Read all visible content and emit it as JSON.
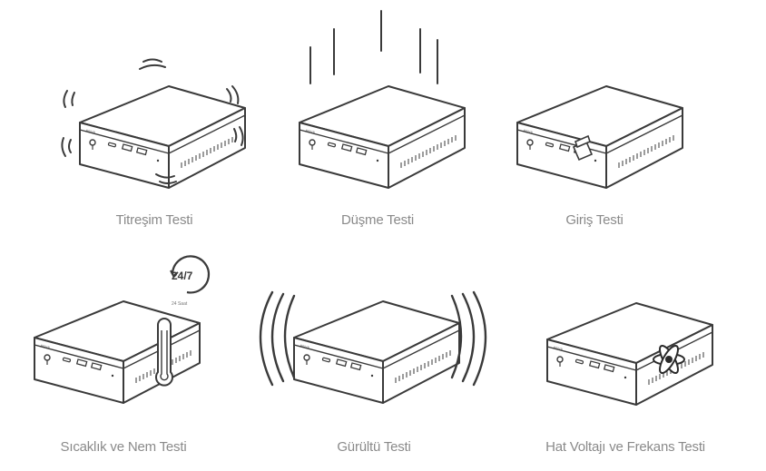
{
  "tests": [
    {
      "label": "Titreşim Testi",
      "icon": "vibration-icon"
    },
    {
      "label": "Düşme Testi",
      "icon": "drop-icon"
    },
    {
      "label": "Giriş Testi",
      "icon": "port-insertion-icon"
    },
    {
      "label": "Sıcaklık ve Nem Testi",
      "icon": "thermometer-icon",
      "badge": "24/7",
      "badge_caption": "24 Saat"
    },
    {
      "label": "Gürültü Testi",
      "icon": "sound-waves-icon"
    },
    {
      "label": "Hat Voltajı ve Frekans Testi",
      "icon": "atom-icon"
    }
  ],
  "device_brand": "ASUS",
  "colors": {
    "line": "#3a3a3a",
    "caption": "#8a8a8a",
    "background": "#ffffff"
  }
}
